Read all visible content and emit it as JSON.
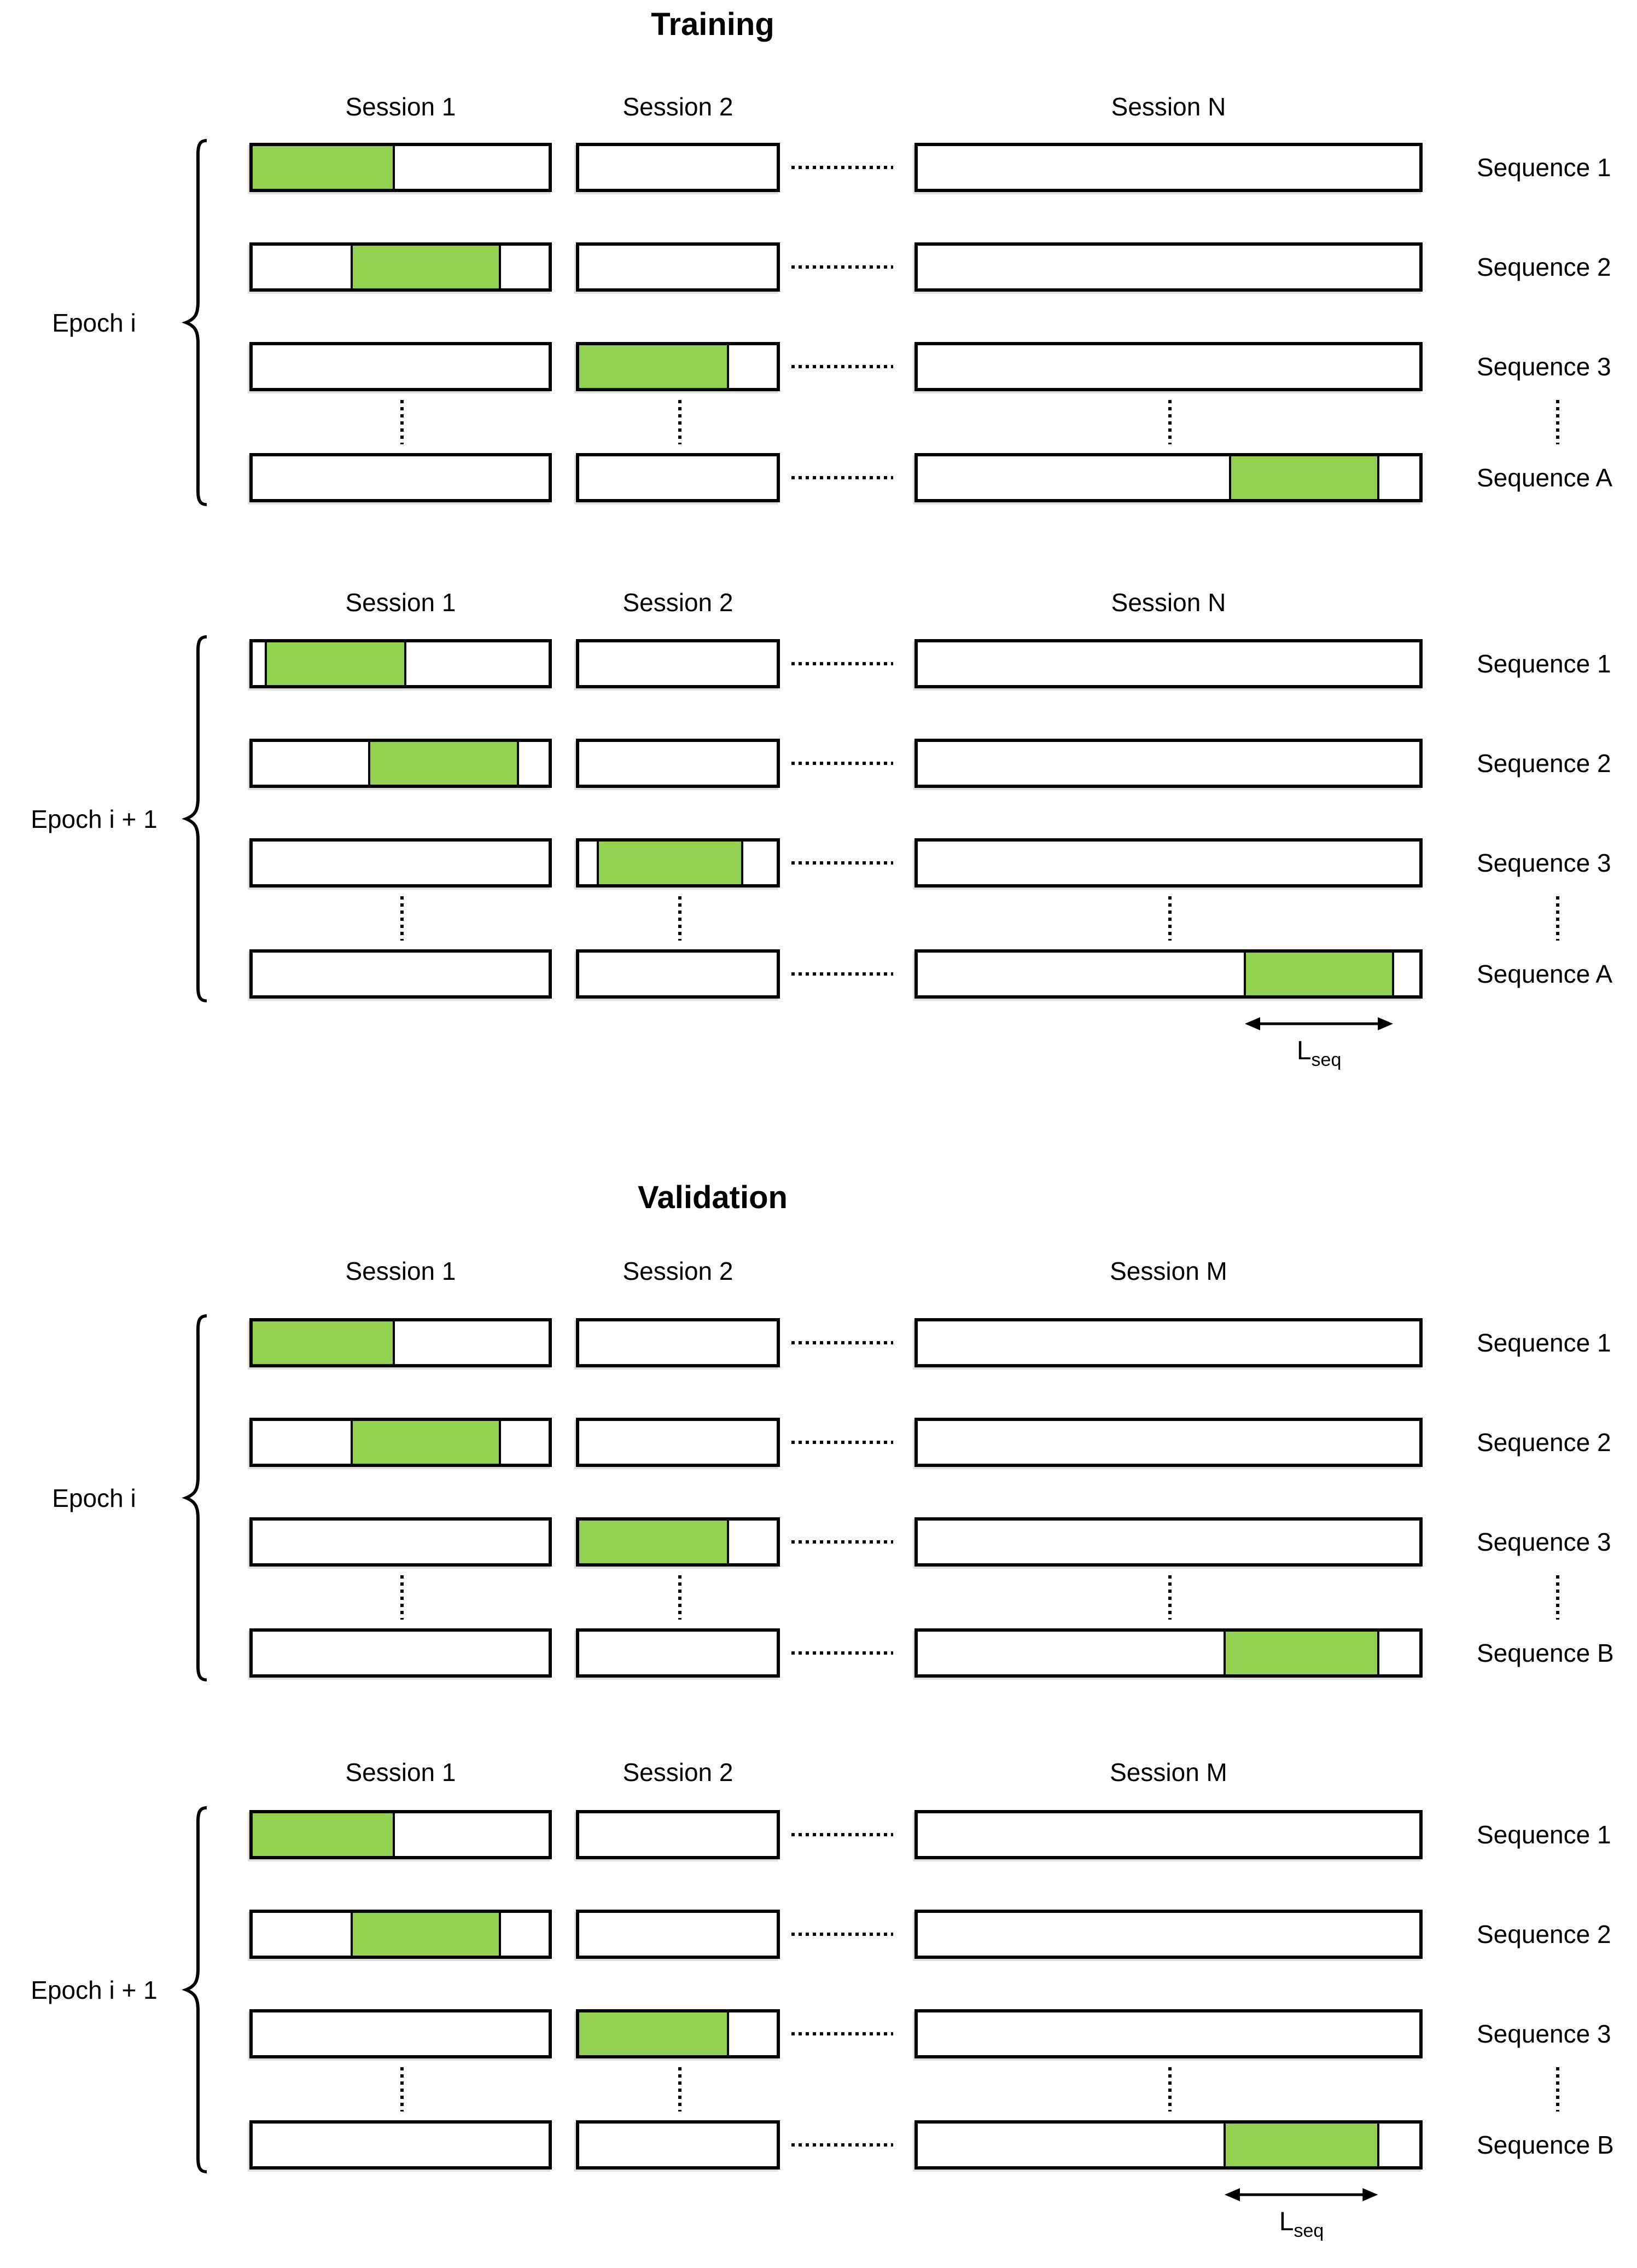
{
  "figure": {
    "background_color": "#ffffff",
    "highlight_color": "#92D050",
    "line_color": "#000000",
    "lseq": {
      "base": "L",
      "subscript": "seq"
    },
    "sections": [
      {
        "title": "Training",
        "session_headers": [
          "Session 1",
          "Session 2",
          "Session N"
        ],
        "blocks": [
          {
            "epoch_label": "Epoch i",
            "show_lseq": false,
            "rows": [
              {
                "label": "Sequence 1",
                "green_session": 0,
                "green_start_pct": 0,
                "green_end_pct": 48
              },
              {
                "label": "Sequence 2",
                "green_session": 0,
                "green_start_pct": 33,
                "green_end_pct": 84
              },
              {
                "label": "Sequence 3",
                "green_session": 1,
                "green_start_pct": 0,
                "green_end_pct": 76
              },
              {
                "label": "Sequence A",
                "green_session": 2,
                "green_start_pct": 62,
                "green_end_pct": 92
              }
            ]
          },
          {
            "epoch_label": "Epoch i + 1",
            "show_lseq": true,
            "rows": [
              {
                "label": "Sequence 1",
                "green_session": 0,
                "green_start_pct": 4,
                "green_end_pct": 52
              },
              {
                "label": "Sequence 2",
                "green_session": 0,
                "green_start_pct": 39,
                "green_end_pct": 90
              },
              {
                "label": "Sequence 3",
                "green_session": 1,
                "green_start_pct": 9,
                "green_end_pct": 83
              },
              {
                "label": "Sequence A",
                "green_session": 2,
                "green_start_pct": 65,
                "green_end_pct": 95
              }
            ]
          }
        ]
      },
      {
        "title": "Validation",
        "session_headers": [
          "Session 1",
          "Session 2",
          "Session M"
        ],
        "blocks": [
          {
            "epoch_label": "Epoch i",
            "show_lseq": false,
            "rows": [
              {
                "label": "Sequence 1",
                "green_session": 0,
                "green_start_pct": 0,
                "green_end_pct": 48
              },
              {
                "label": "Sequence 2",
                "green_session": 0,
                "green_start_pct": 33,
                "green_end_pct": 84
              },
              {
                "label": "Sequence 3",
                "green_session": 1,
                "green_start_pct": 0,
                "green_end_pct": 76
              },
              {
                "label": "Sequence B",
                "green_session": 2,
                "green_start_pct": 61,
                "green_end_pct": 92
              }
            ]
          },
          {
            "epoch_label": "Epoch i + 1",
            "show_lseq": true,
            "rows": [
              {
                "label": "Sequence 1",
                "green_session": 0,
                "green_start_pct": 0,
                "green_end_pct": 48
              },
              {
                "label": "Sequence 2",
                "green_session": 0,
                "green_start_pct": 33,
                "green_end_pct": 84
              },
              {
                "label": "Sequence 3",
                "green_session": 1,
                "green_start_pct": 0,
                "green_end_pct": 76
              },
              {
                "label": "Sequence B",
                "green_session": 2,
                "green_start_pct": 61,
                "green_end_pct": 92
              }
            ]
          }
        ]
      }
    ]
  }
}
